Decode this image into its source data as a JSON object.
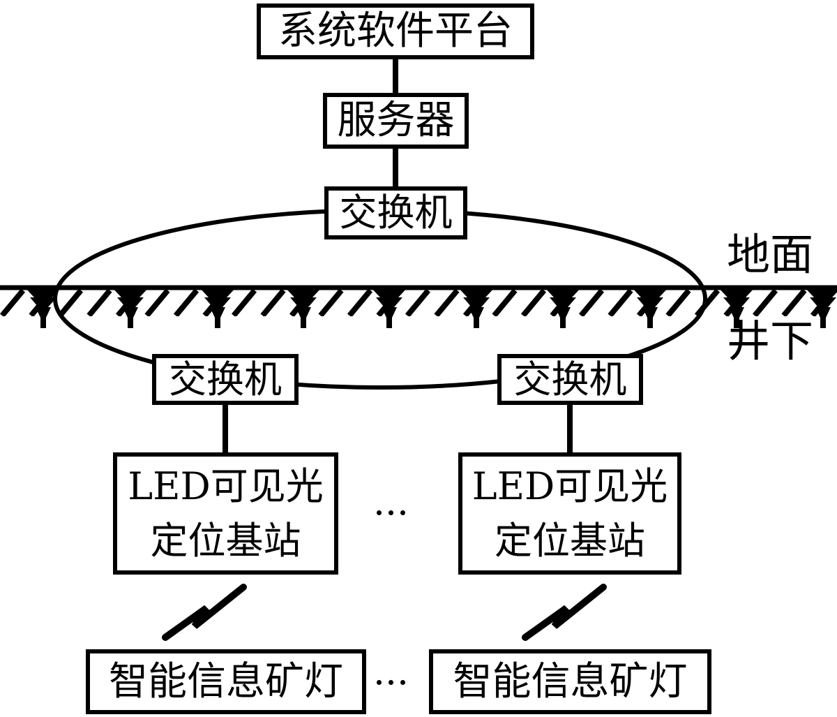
{
  "nodes": {
    "platform": {
      "label": "系统软件平台"
    },
    "server": {
      "label": "服务器"
    },
    "switch_top": {
      "label": "交换机"
    },
    "switch_left": {
      "label": "交换机"
    },
    "switch_right": {
      "label": "交换机"
    },
    "base_left": {
      "line1": "LED可见光",
      "line2": "定位基站"
    },
    "base_right": {
      "line1": "LED可见光",
      "line2": "定位基站"
    },
    "lamp_left": {
      "label": "智能信息矿灯"
    },
    "lamp_right": {
      "label": "智能信息矿灯"
    }
  },
  "labels": {
    "surface": "地面",
    "underground": "井下"
  },
  "colors": {
    "ink": "#000000",
    "background": "#ffffff"
  }
}
